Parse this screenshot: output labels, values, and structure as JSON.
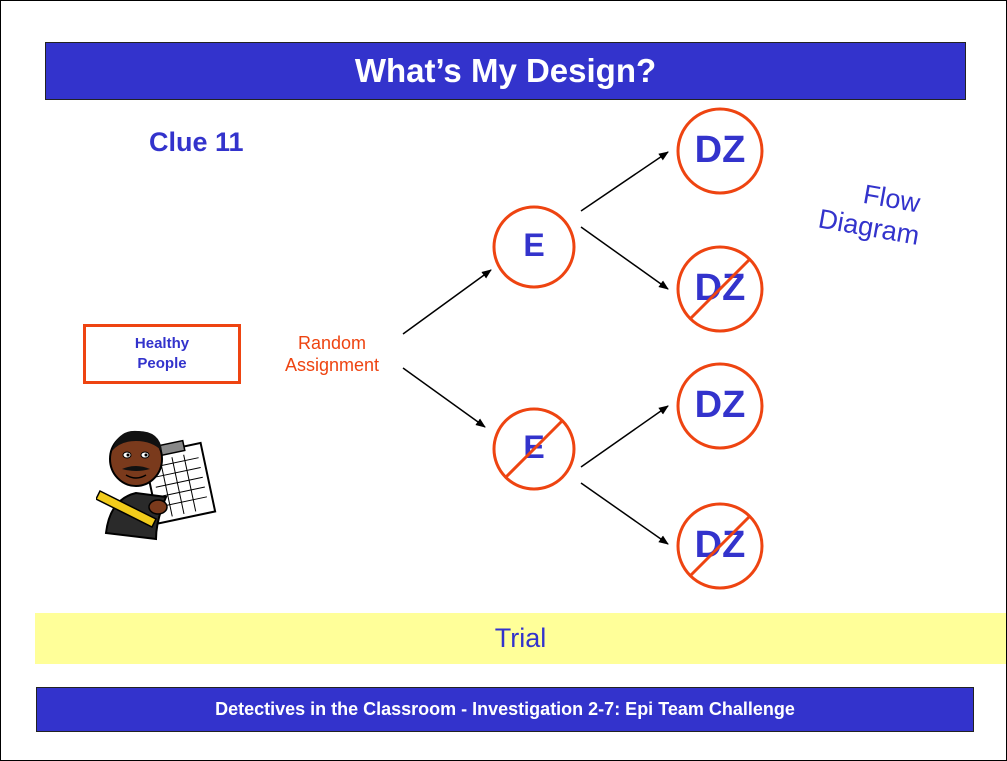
{
  "title": "What’s My Design?",
  "clue": "Clue  11",
  "flow_label": {
    "line1": "Flow",
    "line2": "Diagram"
  },
  "start_box": {
    "line1": "Healthy",
    "line2": "People"
  },
  "assignment": {
    "line1": "Random",
    "line2": "Assignment"
  },
  "nodes": {
    "exposed": "E",
    "unexposed": "E",
    "dz1": "DZ",
    "dz2": "DZ",
    "dz3": "DZ",
    "dz4": "DZ"
  },
  "trial": "Trial",
  "footer": "Detectives in the Classroom - Investigation 2-7: Epi Team Challenge",
  "colors": {
    "title_bg": "#3333cc",
    "accent": "#ee4411",
    "trial_bg": "#ffff99",
    "text": "#3333cc"
  }
}
